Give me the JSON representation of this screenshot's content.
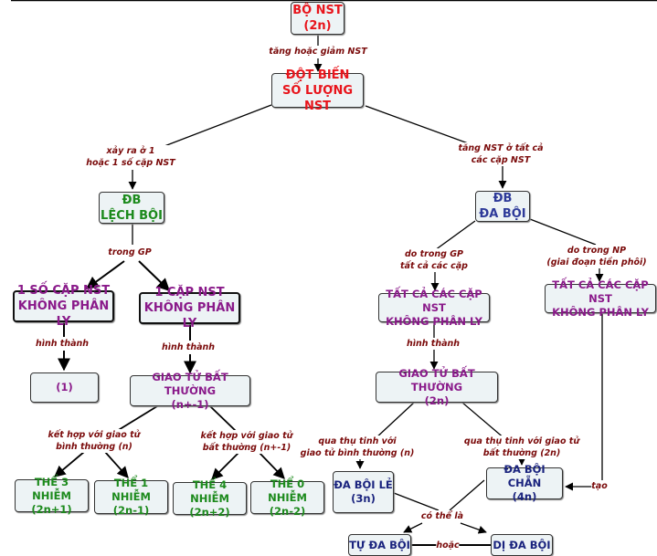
{
  "nodes": {
    "bo_nst": [
      "BỘ NST",
      "(2n)"
    ],
    "dot_bien": [
      "ĐỘT BIẾN",
      "SỐ LƯỢNG NST"
    ],
    "lech_boi": [
      "ĐB",
      "LỆCH BỘI"
    ],
    "da_boi": [
      "ĐB",
      "ĐA BỘI"
    ],
    "mot_so_cap": [
      "1 SỐ CẶP NST",
      "KHÔNG PHÂN LY"
    ],
    "mot_cap": [
      "1 CẶP NST",
      "KHÔNG PHÂN LY"
    ],
    "tat_ca_gp": [
      "TẤT CẢ CÁC CẶP NST",
      "KHÔNG PHÂN LY"
    ],
    "tat_ca_np": [
      "TẤT CẢ CÁC CẶP NST",
      "KHÔNG PHÂN LY"
    ],
    "box_1": [
      "(1)"
    ],
    "giao_tu_n1": [
      "GIAO TỬ BẤT THƯỜNG",
      "(n+-1)"
    ],
    "giao_tu_2n": [
      "GIAO TỬ BẤT THƯỜNG",
      "(2n)"
    ],
    "the_3": [
      "THỂ 3 NHIỄM",
      "(2n+1)"
    ],
    "the_1": [
      "THỂ 1 NHIỄM",
      "(2n-1)"
    ],
    "the_4": [
      "THỂ 4 NHIỄM",
      "(2n+2)"
    ],
    "the_0": [
      "THỂ 0 NHIỄM",
      "(2n-2)"
    ],
    "da_boi_le": [
      "ĐA BỘI LẺ",
      "(3n)"
    ],
    "da_boi_chan": [
      "ĐA BỘI CHẴN",
      "(4n)"
    ],
    "tu_da_boi": [
      "TỰ ĐA BỘI"
    ],
    "di_da_boi": [
      "DỊ ĐA BỘI"
    ]
  },
  "links": {
    "tang_giam": [
      "tăng hoặc giảm NST"
    ],
    "xay_ra": [
      "xảy ra ở 1",
      "hoặc 1 số cặp NST"
    ],
    "tang_tat_ca": [
      "tăng NST ở tất cả",
      "các cặp NST"
    ],
    "trong_gp": [
      "trong GP"
    ],
    "do_trong_gp": [
      "do trong GP",
      "tất cả các cặp"
    ],
    "do_trong_np": [
      "do trong NP",
      "(giai đoạn tiền phôi)"
    ],
    "hinh_thanh_1": [
      "hình thành"
    ],
    "hinh_thanh_2": [
      "hình thành"
    ],
    "hinh_thanh_3": [
      "hình thành"
    ],
    "ket_hop_n": [
      "kết hợp với giao tử",
      "bình thường (n)"
    ],
    "ket_hop_n1": [
      "kết hợp với giao tử",
      "bất thường (n+-1)"
    ],
    "thu_tinh_n": [
      "qua thụ tinh với",
      "giao tử bình thường (n)"
    ],
    "thu_tinh_2n": [
      "qua thụ tinh với giao tử",
      "bất thường (2n)"
    ],
    "tao": [
      "tạo"
    ],
    "co_the_la": [
      "có thể là"
    ],
    "hoac": [
      "hoặc"
    ]
  },
  "colors": {
    "red": "#e8141b",
    "green": "#1c8a1c",
    "blue": "#2e3a99",
    "purple": "#8a1a8a",
    "link_label": "#7a0a0a",
    "box_fill": "#edf3f5"
  }
}
